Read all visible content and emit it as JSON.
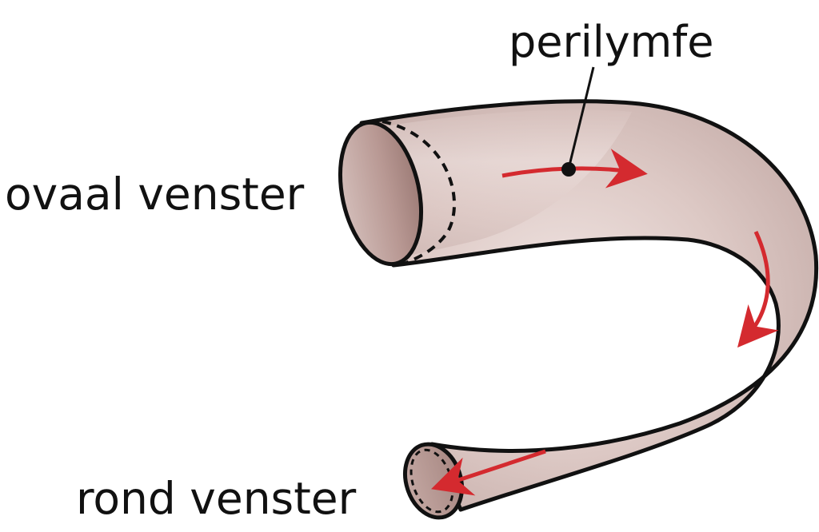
{
  "labels": {
    "perilymph": "perilymfe",
    "oval_window": "ovaal venster",
    "round_window": "rond venster"
  },
  "colors": {
    "tube_fill": "#dcc7c3",
    "tube_highlight": "#efe3e1",
    "tube_shadow": "#c4aca8",
    "opening_fill": "#b08f8a",
    "outline": "#111111",
    "arrow": "#d42a2f"
  }
}
